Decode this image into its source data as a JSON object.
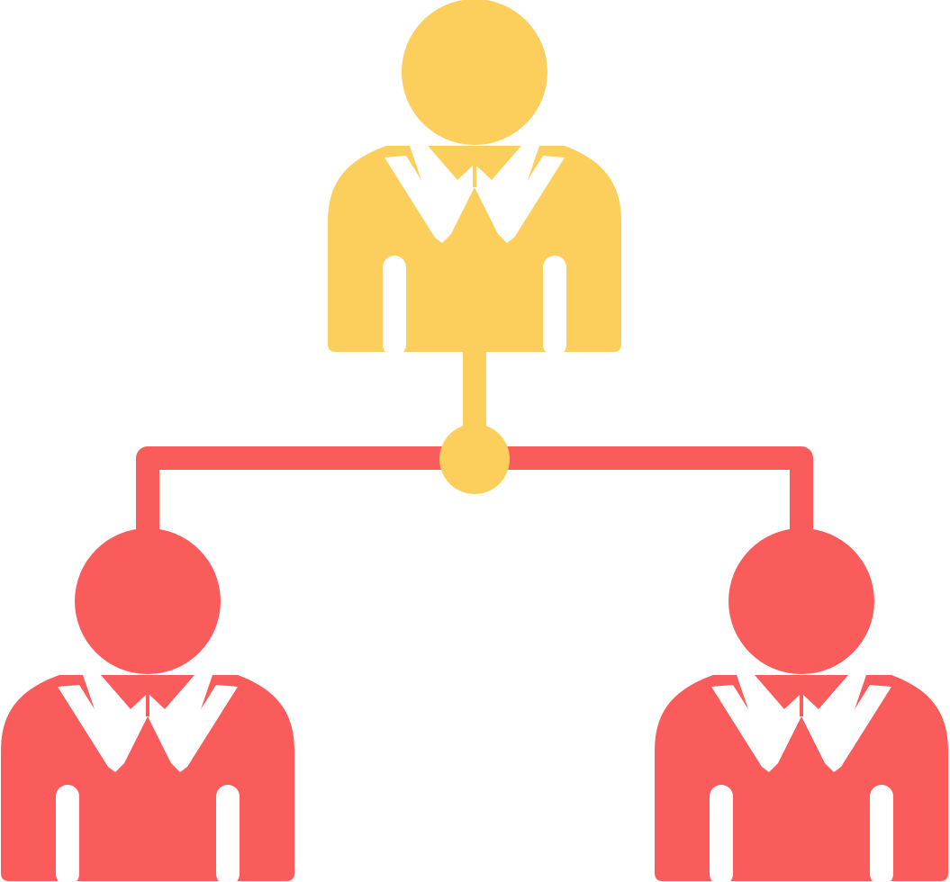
{
  "colors": {
    "background": "#ffffff",
    "leader": "#fccf5c",
    "member": "#fa5c5c",
    "detail": "#ffffff"
  },
  "nodes": [
    {
      "id": "leader",
      "icon": "person-icon",
      "role": "top"
    },
    {
      "id": "member-left",
      "icon": "person-icon",
      "role": "bottom"
    },
    {
      "id": "member-right",
      "icon": "person-icon",
      "role": "bottom"
    }
  ]
}
